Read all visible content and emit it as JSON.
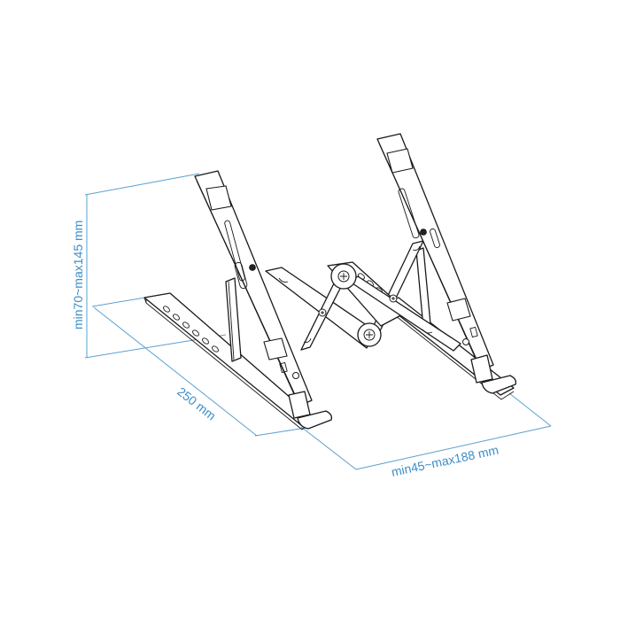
{
  "diagram": {
    "subject": "Foldable adjustable laptop stand, isometric line drawing with dimensions",
    "dimension_color": "#3b8dc8",
    "line_color": "#1a1a1a",
    "dimensions": {
      "height": "min70~max145 mm",
      "length": "250 mm",
      "depth": "min45~max188 mm"
    }
  }
}
